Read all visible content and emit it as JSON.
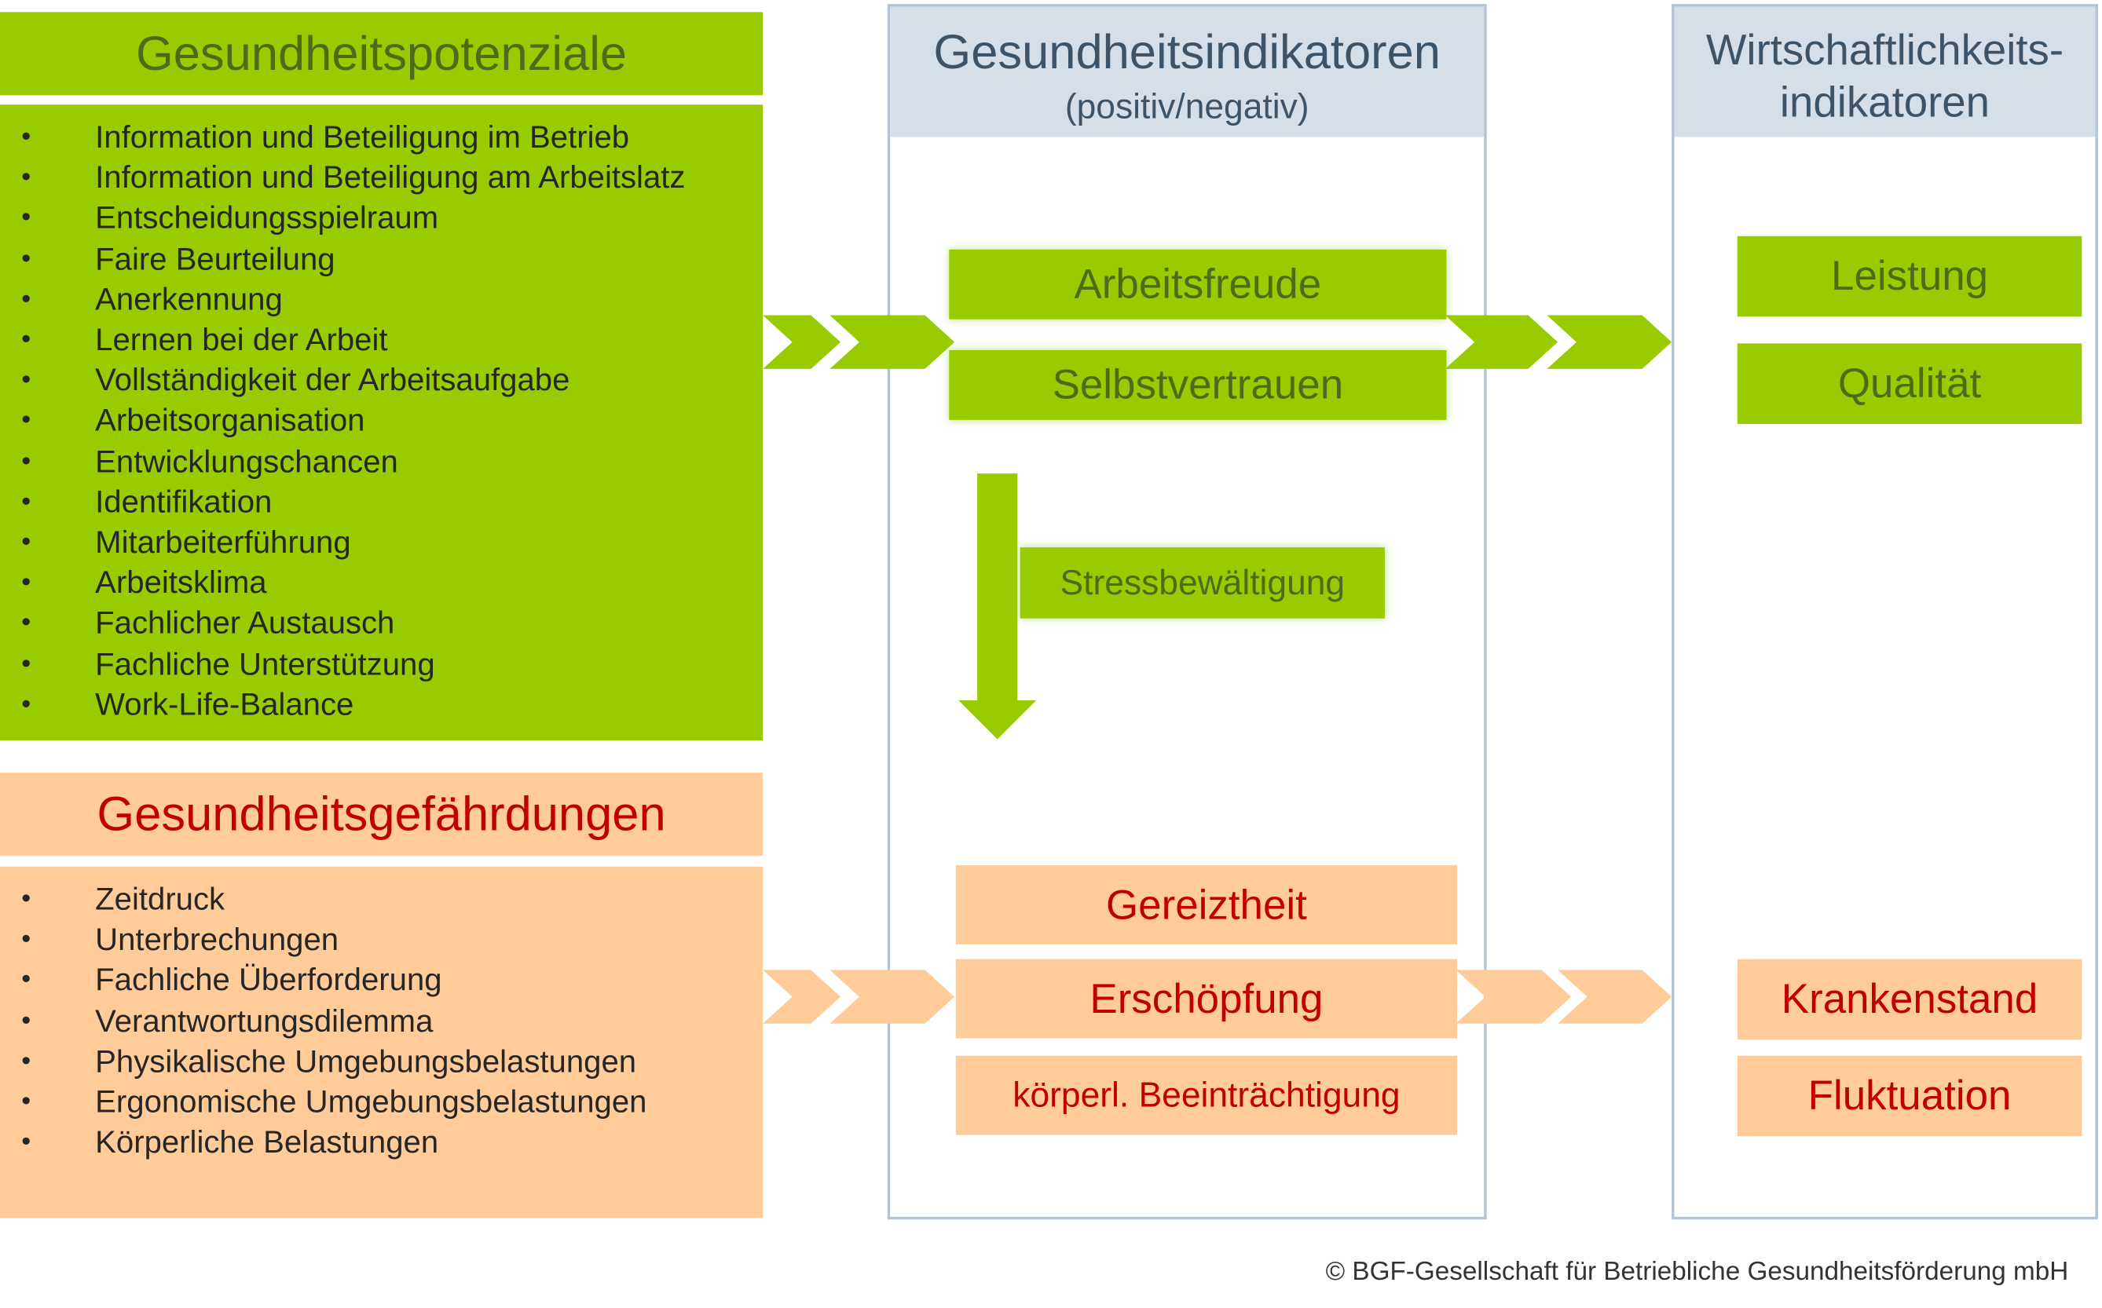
{
  "potenziale": {
    "title": "Gesundheitspotenziale",
    "items": [
      "Information und Beteiligung  im Betrieb",
      "Information und Beteiligung  am Arbeitslatz",
      "Entscheidungsspielraum",
      "Faire Beurteilung",
      "Anerkennung",
      "Lernen bei der Arbeit",
      "Vollständigkeit der Arbeitsaufgabe",
      "Arbeitsorganisation",
      "Entwicklungschancen",
      "Identifikation",
      "Mitarbeiterführung",
      "Arbeitsklima",
      "Fachlicher Austausch",
      "Fachliche Unterstützung",
      "Work-Life-Balance"
    ]
  },
  "gefaehrdungen": {
    "title": "Gesundheitsgefährdungen",
    "items": [
      "Zeitdruck",
      "Unterbrechungen",
      "Fachliche Überforderung",
      "Verantwortungsdilemma",
      "Physikalische Umgebungsbelastungen",
      "Ergonomische Umgebungsbelastungen",
      "Körperliche Belastungen"
    ]
  },
  "indikatoren": {
    "title": "Gesundheitsindikatoren",
    "subtitle": "(positiv/negativ)",
    "positive": [
      "Arbeitsfreude",
      "Selbstvertrauen"
    ],
    "stress": "Stressbewältigung",
    "negative": [
      "Gereiztheit",
      "Erschöpfung",
      "körperl. Beeinträchtigung"
    ]
  },
  "wirtschaft": {
    "title_line1": "Wirtschaftlichkeits-",
    "title_line2": "indikatoren",
    "positive": [
      "Leistung",
      "Qualität"
    ],
    "negative": [
      "Krankenstand",
      "Fluktuation"
    ]
  },
  "footer": "© BGF-Gesellschaft für Betriebliche Gesundheitsförderung mbH",
  "colors": {
    "green": "#99cc00",
    "green_text": "#4d6b1a",
    "orange": "#ffcc99",
    "red_text": "#c00000",
    "column_header": "#d6dfe8",
    "column_border": "#b4c3d3"
  }
}
